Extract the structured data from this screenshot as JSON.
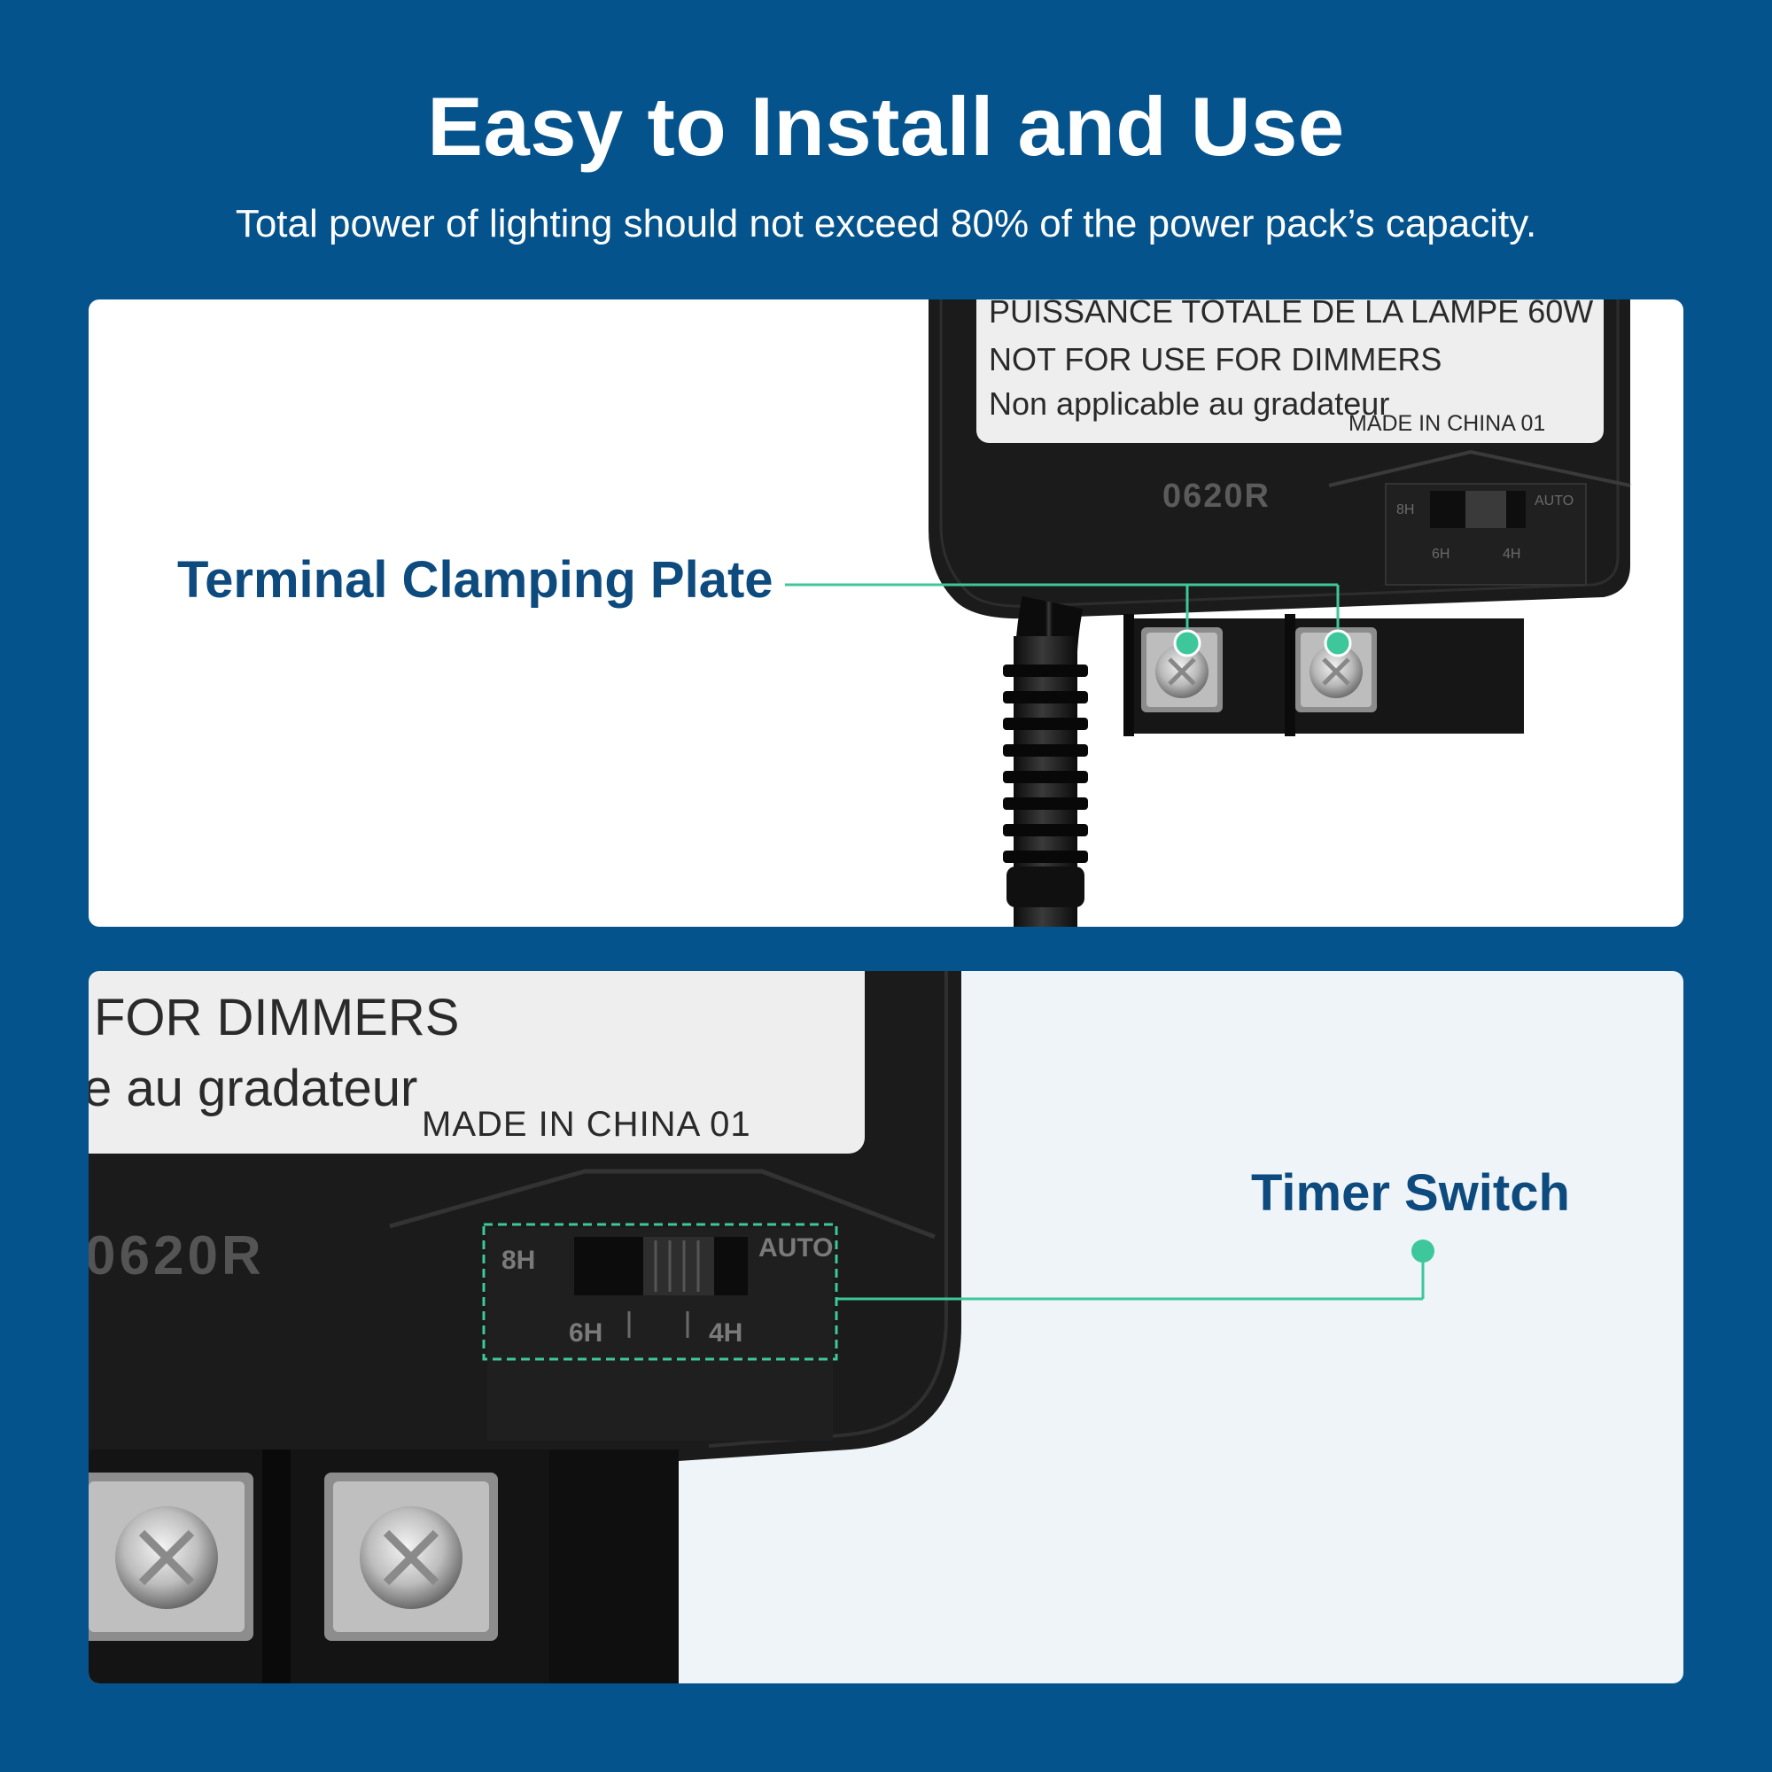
{
  "header": {
    "title": "Easy to Install and Use",
    "subtitle": "Total power of lighting should not exceed 80% of the power pack’s capacity."
  },
  "colors": {
    "background": "#04538c",
    "callout_text": "#0d4a7e",
    "accent": "#3ec79a",
    "device": "#1b1b1b"
  },
  "panel_top": {
    "label_lines": [
      "PUISSANCE TOTALE DE LA LAMPE 60W",
      "NOT FOR USE FOR DIMMERS",
      "Non applicable au gradateur"
    ],
    "made_in": "MADE IN CHINA 01",
    "model": "0620R",
    "switch_labels": {
      "left": "8H",
      "right": "AUTO",
      "bottom_left": "6H",
      "bottom_right": "4H"
    },
    "callout": "Terminal Clamping Plate"
  },
  "panel_bottom": {
    "label_lines": [
      "FOR DIMMERS",
      "e au gradateur"
    ],
    "made_in": "MADE IN CHINA 01",
    "model": "0620R",
    "switch_labels": {
      "left": "8H",
      "right": "AUTO",
      "bottom_left": "6H",
      "bottom_right": "4H"
    },
    "callout": "Timer Switch"
  }
}
